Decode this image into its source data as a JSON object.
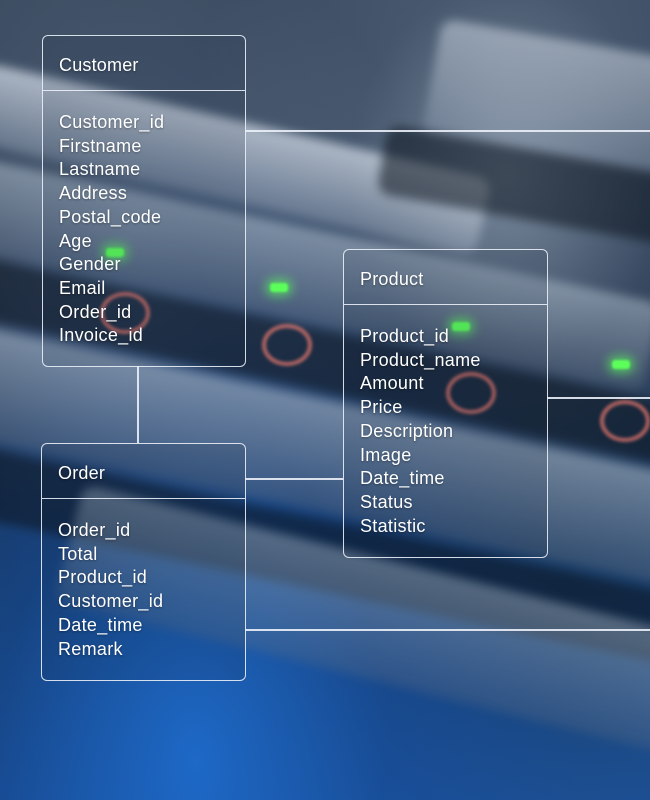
{
  "entities": [
    {
      "name": "Customer",
      "fields": [
        "Customer_id",
        "Firstname",
        "Lastname",
        "Address",
        "Postal_code",
        "Age",
        "Gender",
        "Email",
        "Order_id",
        "Invoice_id"
      ]
    },
    {
      "name": "Product",
      "fields": [
        "Product_id",
        "Product_name",
        "Amount",
        "Price",
        "Description",
        "Image",
        "Date_time",
        "Status",
        "Statistic"
      ]
    },
    {
      "name": "Order",
      "fields": [
        "Order_id",
        "Total",
        "Product_id",
        "Customer_id",
        "Date_time",
        "Remark"
      ]
    }
  ],
  "colors": {
    "line": "#ebf0f8",
    "text": "#ffffff",
    "led": "#5cff5a"
  }
}
